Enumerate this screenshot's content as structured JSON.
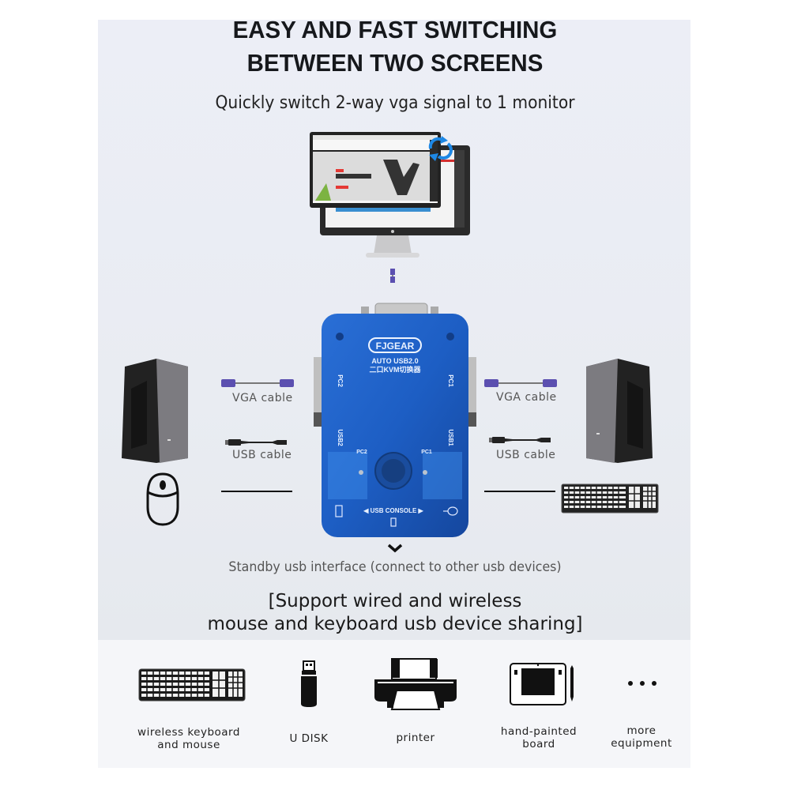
{
  "header": {
    "title_line1": "EASY AND FAST SWITCHING",
    "title_line2": "BETWEEN TWO SCREENS",
    "subtitle": "Quickly switch 2-way vga signal to 1 monitor"
  },
  "device": {
    "brand": "FJGEAR",
    "model_line1": "AUTO USB2.0",
    "model_line2": "二口KVM切换器",
    "port_pc1": "PC1",
    "port_pc2": "PC2",
    "port_usb1": "USB1",
    "port_usb2": "USB2",
    "led_pc1": "PC1",
    "led_pc2": "PC2",
    "console_label": "◀ USB CONSOLE ▶",
    "body_color": "#1f5fc4"
  },
  "left_side": {
    "vga_label": "VGA cable",
    "usb_label": "USB cable",
    "peripheral": "mouse"
  },
  "right_side": {
    "vga_label": "VGA cable",
    "usb_label": "USB cable",
    "peripheral": "keyboard"
  },
  "standby_note": "Standby usb interface (connect to other usb devices)",
  "support": {
    "line1": "[Support wired and wireless",
    "line2": "mouse and keyboard usb device sharing]"
  },
  "devices": [
    {
      "icon": "keyboard-icon",
      "label_line1": "wireless keyboard",
      "label_line2": "and mouse"
    },
    {
      "icon": "usb-drive-icon",
      "label_line1": "U DISK",
      "label_line2": ""
    },
    {
      "icon": "printer-icon",
      "label_line1": "printer",
      "label_line2": ""
    },
    {
      "icon": "drawing-tablet-icon",
      "label_line1": "hand-painted",
      "label_line2": "board"
    },
    {
      "icon": "more-icon",
      "label_line1": "more",
      "label_line2": "equipment"
    }
  ],
  "colors": {
    "panel_bg": "#eceef5",
    "bottom_bg": "#f5f6f9",
    "vga_connector": "#5b4fb0",
    "switch_arrow": "#1e88e5"
  }
}
